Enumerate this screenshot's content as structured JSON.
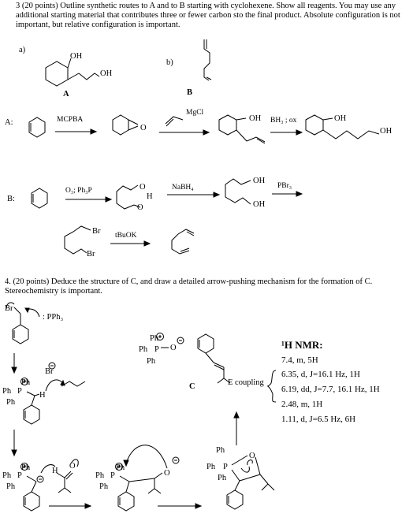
{
  "q3": {
    "intro": "3 (20 points)  Outline synthetic routes to A and to B starting with cyclohexene. Show all reagents. You may use any additional starting material that contributes three or fewer carbon sto the final product.  Absolute configuration is not important, but relative configuration is important.",
    "part_a": "a)",
    "part_b": "b)",
    "label_A": "A",
    "label_B": "B",
    "route_a_label": "A:",
    "route_b_label": "B:",
    "mcpba": "MCPBA",
    "grignard_reagent": "MgCl",
    "bh3_ox": "BH₃ ; ox",
    "o3": "O₃; Ph₃P",
    "nabh4": "NaBH₄",
    "pbr3": "PBr₃",
    "tbuok": "tBuOK",
    "oh": "OH",
    "o": "O",
    "h": "H",
    "br": "Br"
  },
  "q4": {
    "intro": "4. (20 points) Deduce the structure of C, and draw a detailed arrow-pushing mechanism for the formation of C. Stereochemistry is important.",
    "pph3": ": PPh₃",
    "br": "Br",
    "br_minus": "Br",
    "ph": "Ph",
    "h": "H",
    "o": "O",
    "p": "P",
    "label_C": "C",
    "e_coupling": "E coupling",
    "nmr_title": "¹H NMR:",
    "nmr_lines": [
      "7.4, m, 5H",
      "6.35, d, J=16.1 Hz, 1H",
      "6.19, dd, J=7.7, 16.1 Hz, 1H",
      "2.48, m, 1H",
      "1.11, d, J=6.5 Hz, 6H"
    ]
  }
}
